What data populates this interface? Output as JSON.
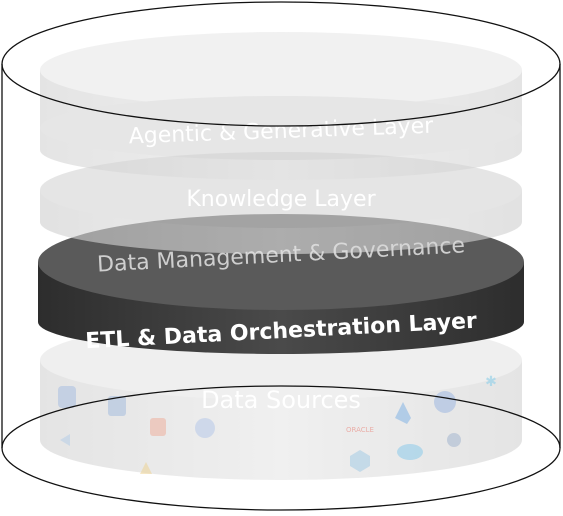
{
  "layers": {
    "agentic": "Agentic & Generative Layer",
    "knowledge": "Knowledge Layer",
    "data_management": "Data Management & Governance",
    "etl": "ETL & Data Orchestration Layer",
    "data_sources": "Data Sources"
  },
  "highlighted_layer": "etl",
  "colors": {
    "highlight_fill": "#3d3d3d",
    "highlight_text": "#ffffff",
    "faded_fill": "#dcdcdc",
    "faded_text": "#ffffff",
    "outline": "#111111"
  },
  "logos": {
    "oracle": "ORACLE"
  }
}
